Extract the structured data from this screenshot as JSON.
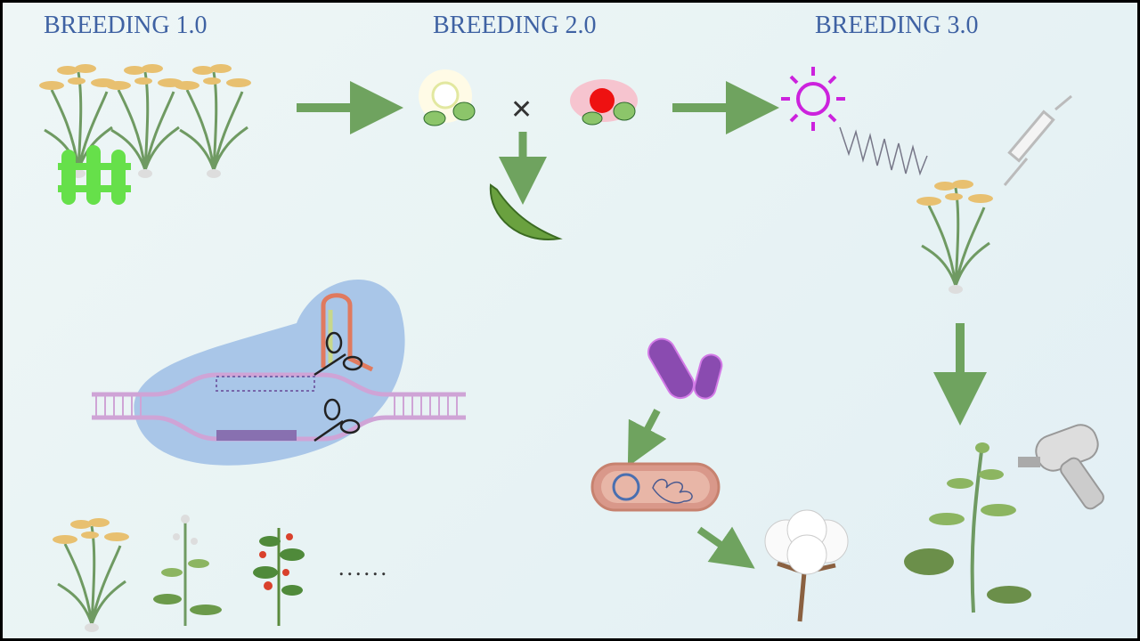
{
  "titles": {
    "stage1": "BREEDING 1.0",
    "stage2": "BREEDING 2.0",
    "stage3": "BREEDING 3.0"
  },
  "crops_more": "......",
  "colors": {
    "title": "#3f62a3",
    "arrow": "#6fa35f",
    "fence": "#66e04a",
    "sun": "#cc22dd",
    "bacteria": "#8a4bb0",
    "cas_blob": "#a9c6e8"
  }
}
